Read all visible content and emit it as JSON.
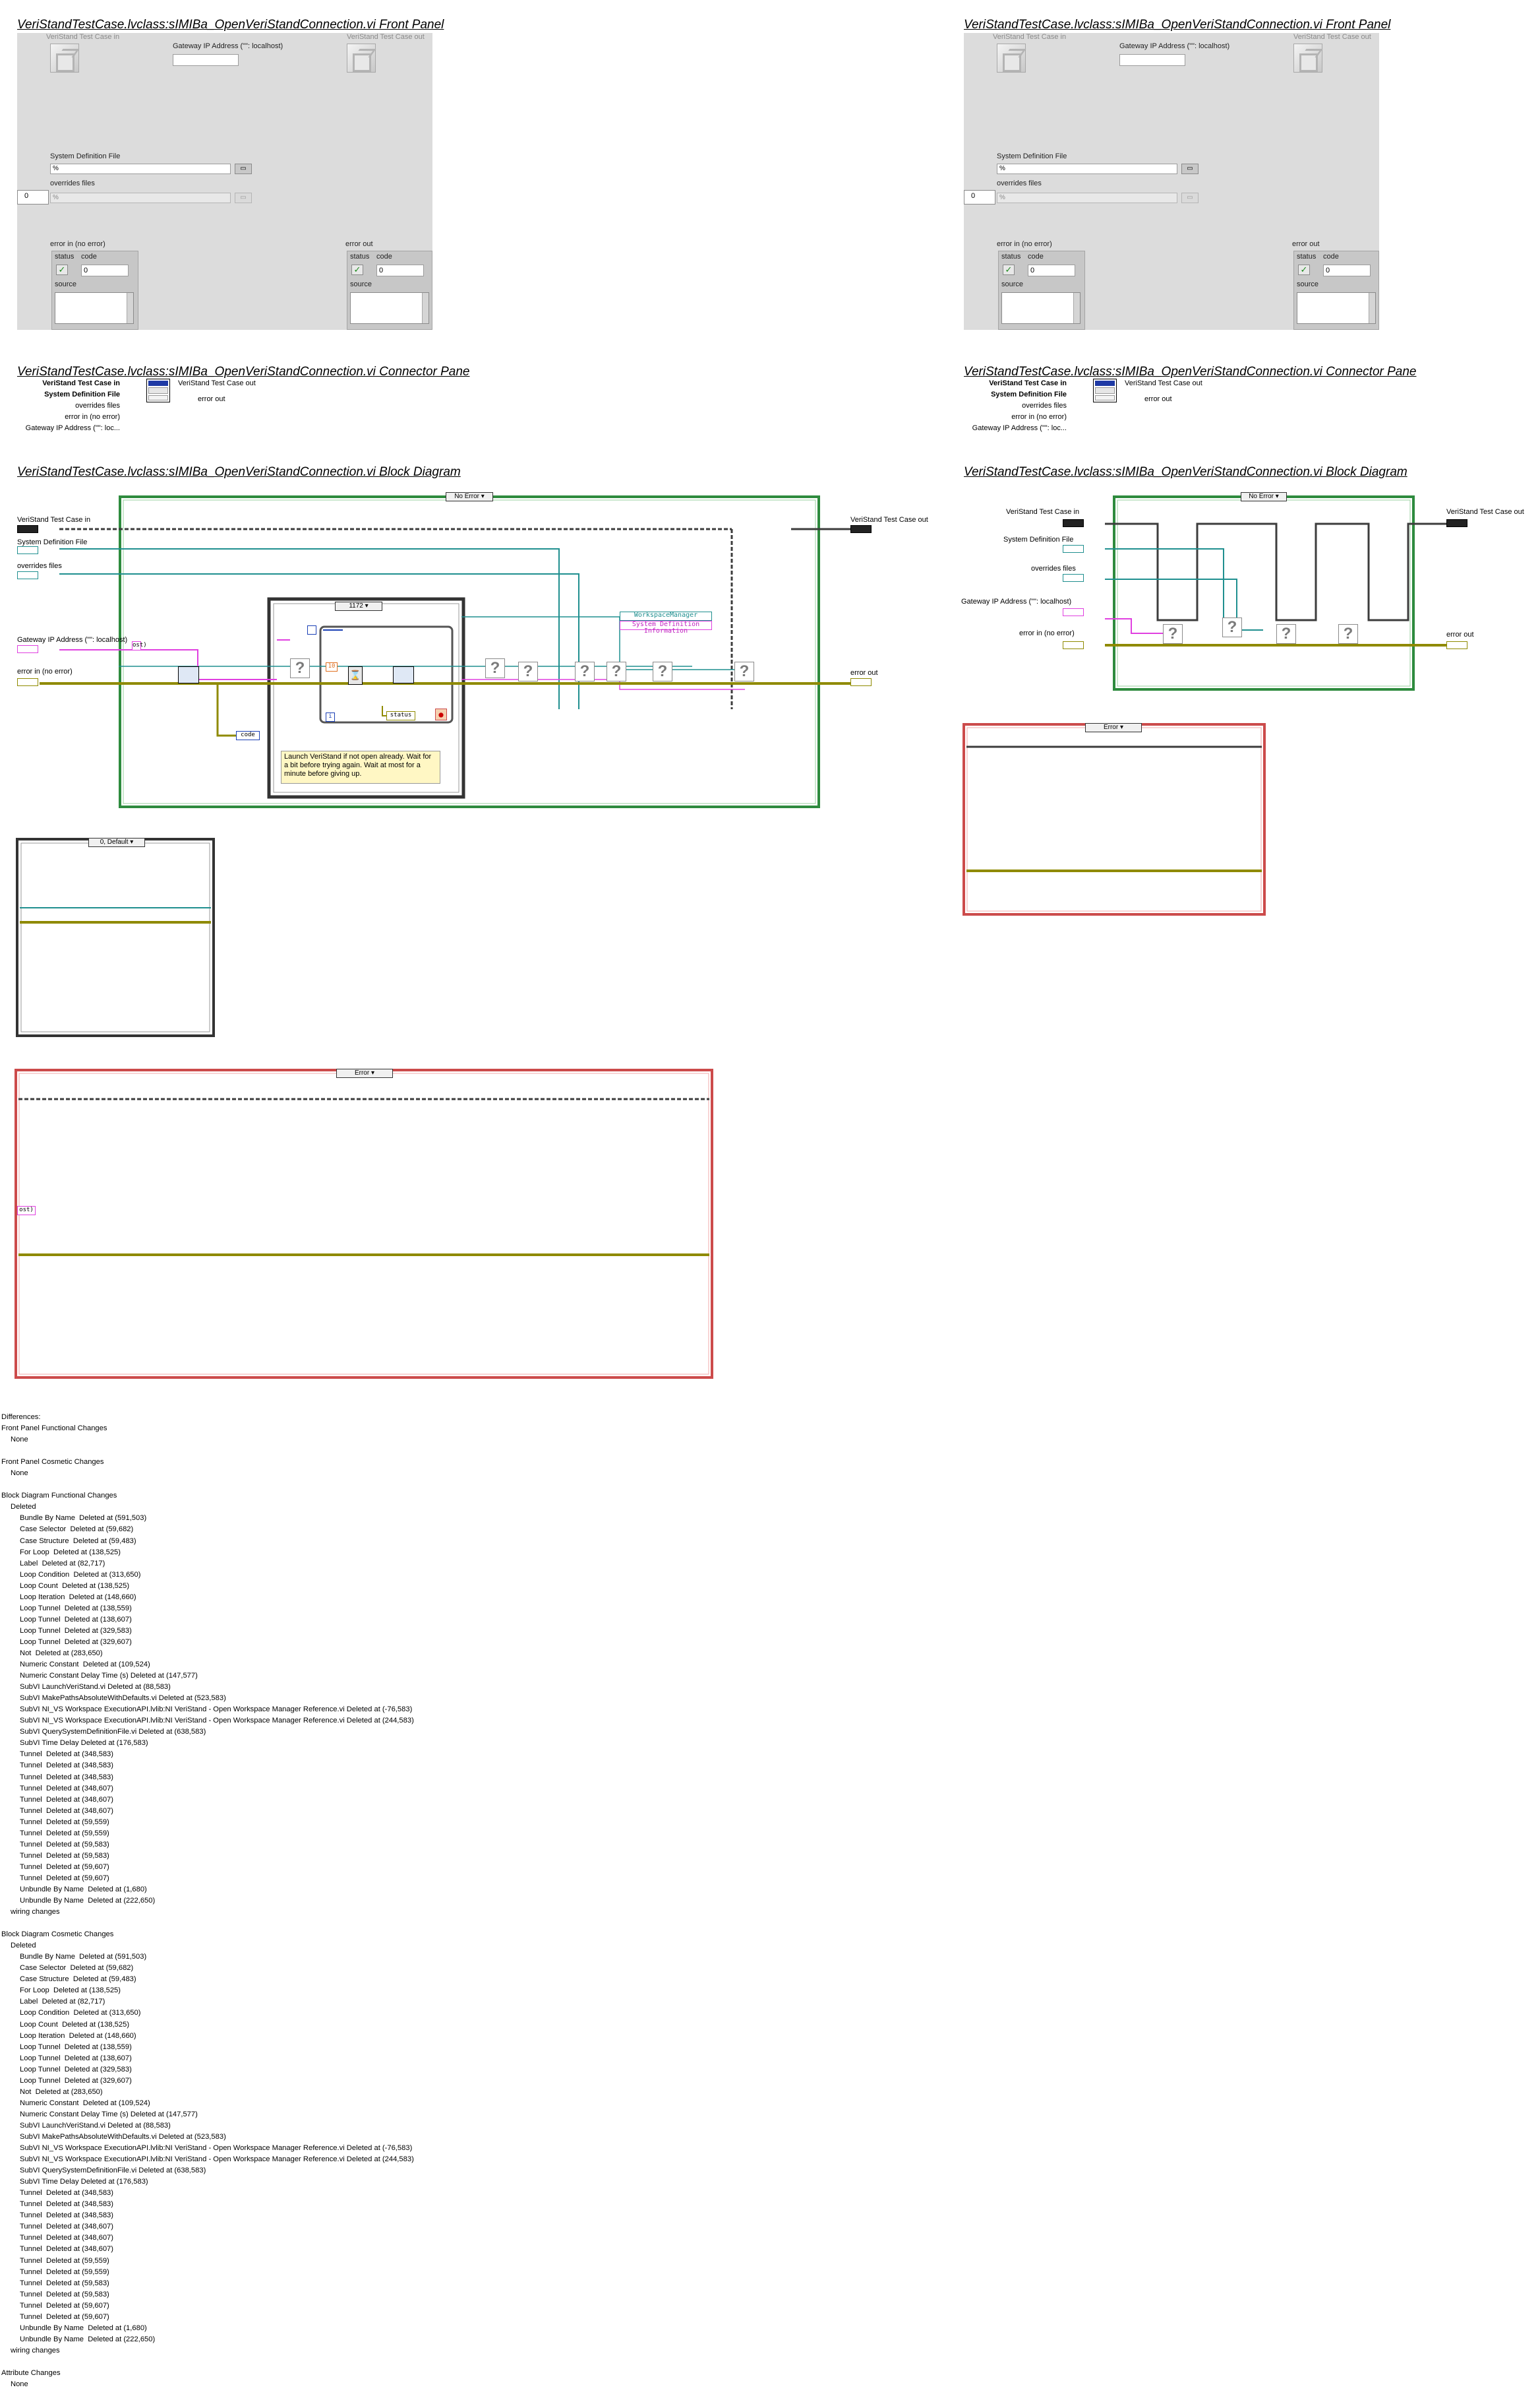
{
  "titles": {
    "left_front": "VeriStandTestCase.lvclass:sIMIBa_OpenVeriStandConnection.vi Front Panel",
    "right_front": "VeriStandTestCase.lvclass:sIMIBa_OpenVeriStandConnection.vi Front Panel",
    "left_connector": "VeriStandTestCase.lvclass:sIMIBa_OpenVeriStandConnection.vi Connector Pane",
    "right_connector": "VeriStandTestCase.lvclass:sIMIBa_OpenVeriStandConnection.vi Connector Pane",
    "left_block": "VeriStandTestCase.lvclass:sIMIBa_OpenVeriStandConnection.vi Block Diagram",
    "right_block": "VeriStandTestCase.lvclass:sIMIBa_OpenVeriStandConnection.vi Block Diagram"
  },
  "front_panel": {
    "vs_in_label": "VeriStand Test Case in",
    "gateway_label": "Gateway IP Address (\"\": localhost)",
    "vs_out_label": "VeriStand Test Case out",
    "sysdef_label": "System Definition File",
    "sysdef_value": "%",
    "overrides_label": "overrides files",
    "overrides_value": "%",
    "index_value": "0",
    "error_in_label": "error in (no error)",
    "error_out_label": "error out",
    "status_label": "status",
    "code_label": "code",
    "code_value": "0",
    "source_label": "source",
    "check_glyph": "✓",
    "browse_glyph": "▭"
  },
  "connector": {
    "terms_left": [
      "VeriStand Test Case in",
      "System Definition File",
      "overrides files",
      "error in (no error)",
      "Gateway IP Address (\"\": loc..."
    ],
    "terms_right": [
      "VeriStand Test Case out",
      "error out"
    ]
  },
  "block_left": {
    "case_label": "No Error",
    "vs_in": "VeriStand Test Case in",
    "sysdef": "System Definition File",
    "overrides": "overrides files",
    "gateway": "Gateway IP Address (\"\": localhost)",
    "error_in": "error in (no error)",
    "vs_out": "VeriStand Test Case out",
    "error_out": "error out",
    "loop_case": "1172",
    "wm_line1": "WorkspaceManager",
    "wm_line2": "System Definition Information",
    "const_ten": "10",
    "const_i": "i",
    "code": "code",
    "status": "status",
    "comment": "Launch VeriStand if not open already. Wait for a bit before trying again. Wait at most for a minute before giving up.",
    "default_case": "0, Default",
    "error_case": "Error",
    "str_const": "ost)"
  },
  "block_right": {
    "case_label": "No Error",
    "vs_in": "VeriStand Test Case in",
    "sysdef": "System Definition File",
    "overrides": "overrides files",
    "gateway": "Gateway IP Address (\"\": localhost)",
    "error_in": "error in (no error)",
    "vs_out": "VeriStand Test Case out",
    "error_out": "error out",
    "error_case": "Error"
  },
  "colors": {
    "error_wire": "#8f8a00",
    "path_wire": "#1f8f8f",
    "string_wire": "#e040e0",
    "class_wire": "#3c3c3c",
    "case_green": "#2e8b3e",
    "case_red": "#cc4b4b"
  },
  "differences": {
    "header": "Differences:",
    "fp_func": "Front Panel Functional Changes",
    "fp_cos": "Front Panel Cosmetic Changes",
    "none": "None",
    "bd_func": "Block Diagram Functional Changes",
    "bd_cos": "Block Diagram Cosmetic Changes",
    "deleted": "Deleted",
    "wiring": "wiring changes",
    "attr": "Attribute Changes",
    "deleted_items": [
      "Bundle By Name  Deleted at (591,503)",
      "Case Selector  Deleted at (59,682)",
      "Case Structure  Deleted at (59,483)",
      "For Loop  Deleted at (138,525)",
      "Label  Deleted at (82,717)",
      "Loop Condition  Deleted at (313,650)",
      "Loop Count  Deleted at (138,525)",
      "Loop Iteration  Deleted at (148,660)",
      "Loop Tunnel  Deleted at (138,559)",
      "Loop Tunnel  Deleted at (138,607)",
      "Loop Tunnel  Deleted at (329,583)",
      "Loop Tunnel  Deleted at (329,607)",
      "Not  Deleted at (283,650)",
      "Numeric Constant  Deleted at (109,524)",
      "Numeric Constant Delay Time (s) Deleted at (147,577)",
      "SubVI LaunchVeriStand.vi Deleted at (88,583)",
      "SubVI MakePathsAbsoluteWithDefaults.vi Deleted at (523,583)",
      "SubVI NI_VS Workspace ExecutionAPI.lvlib:NI VeriStand - Open Workspace Manager Reference.vi Deleted at (-76,583)",
      "SubVI NI_VS Workspace ExecutionAPI.lvlib:NI VeriStand - Open Workspace Manager Reference.vi Deleted at (244,583)",
      "SubVI QuerySystemDefinitionFile.vi Deleted at (638,583)",
      "SubVI Time Delay Deleted at (176,583)",
      "Tunnel  Deleted at (348,583)",
      "Tunnel  Deleted at (348,583)",
      "Tunnel  Deleted at (348,583)",
      "Tunnel  Deleted at (348,607)",
      "Tunnel  Deleted at (348,607)",
      "Tunnel  Deleted at (348,607)",
      "Tunnel  Deleted at (59,559)",
      "Tunnel  Deleted at (59,559)",
      "Tunnel  Deleted at (59,583)",
      "Tunnel  Deleted at (59,583)",
      "Tunnel  Deleted at (59,607)",
      "Tunnel  Deleted at (59,607)",
      "Unbundle By Name  Deleted at (1,680)",
      "Unbundle By Name  Deleted at (222,650)"
    ]
  }
}
